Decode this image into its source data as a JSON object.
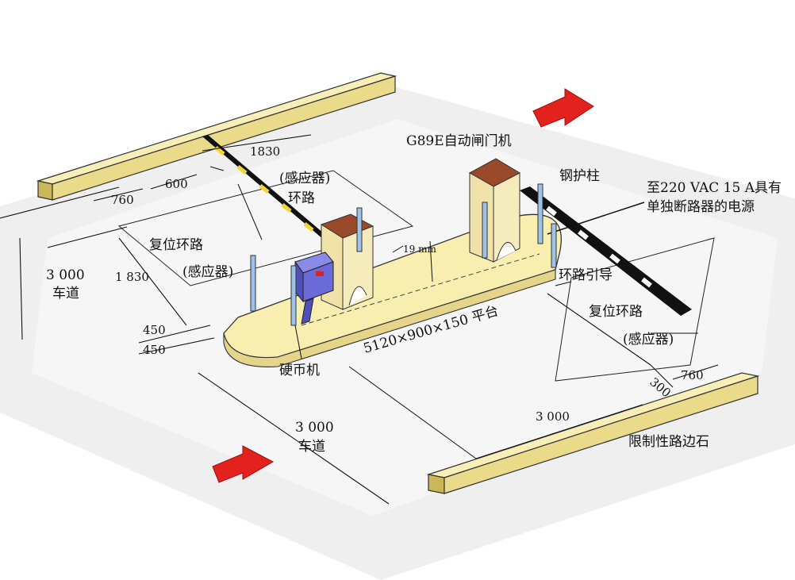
{
  "diagram": {
    "labels": {
      "gate_machine": "G89E自动闸门机",
      "guard_post": "钢护柱",
      "power_line1": "至220 VAC 15 A具有",
      "power_line2": "单独断路器的电源",
      "sensor_loop_line1": "(感应器)",
      "sensor_loop_line2": "环路",
      "reset_loop_left_line1": "复位环路",
      "reset_loop_left_line2": "(感应器)",
      "reset_loop_right_line1": "复位环路",
      "reset_loop_right_line2": "(感应器)",
      "loop_lead": "环路引导",
      "platform": "5120×900×150 平台",
      "coin_machine": "硬币机",
      "curb": "限制性路边石",
      "lane_top_value": "3 000",
      "lane_top_text": "车道",
      "lane_bottom_value": "3 000",
      "lane_bottom_text": "车道",
      "gap": "19 mm"
    },
    "dimensions": {
      "d1830_top": "1830",
      "d600": "600",
      "d760_left": "760",
      "d1830_left": "1 830",
      "d450_a": "450",
      "d450_b": "450",
      "d3000_right": "3 000",
      "d300": "300",
      "d760_right": "760"
    },
    "colors": {
      "curb_fill": "#eadb8a",
      "platform_fill": "#f8eeb0",
      "arrow_red": "#e3221d",
      "cabinet_roof": "#9a4a2a",
      "coin_box": "#6b6bd8"
    }
  }
}
